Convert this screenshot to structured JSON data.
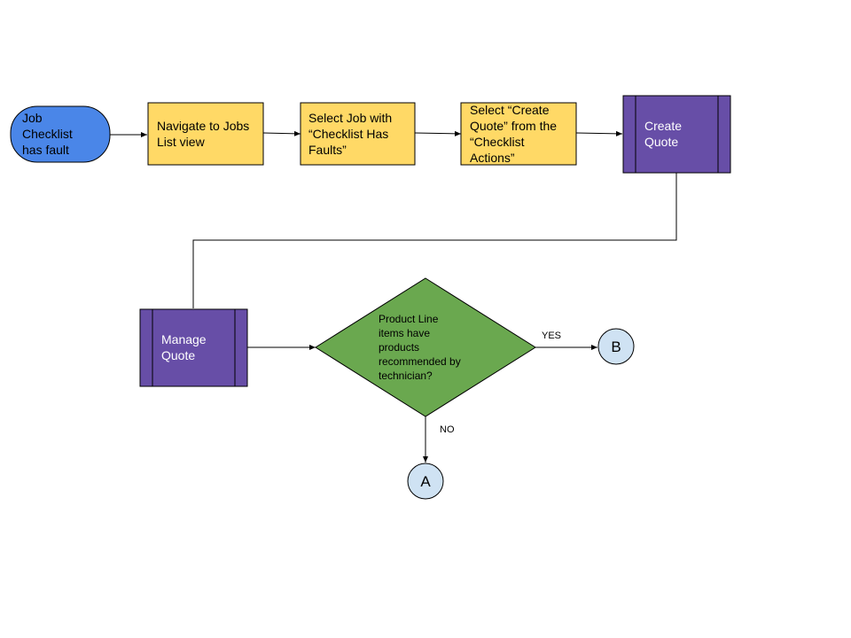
{
  "diagram": {
    "colors": {
      "terminal": "#4a86e8",
      "process": "#ffd966",
      "subprocess": "#674ea7",
      "decision": "#6aa84f",
      "connector": "#cfe2f3",
      "line": "#000000"
    },
    "nodes": {
      "start": {
        "lines": [
          "Job",
          "Checklist",
          "has fault"
        ]
      },
      "navigate": {
        "lines": [
          "Navigate to Jobs",
          "List view"
        ]
      },
      "select_job": {
        "lines": [
          "Select Job with",
          "“Checklist Has",
          "Faults”"
        ]
      },
      "select_create": {
        "lines": [
          "Select “Create",
          "Quote” from the",
          "“Checklist",
          "Actions”"
        ]
      },
      "create_quote": {
        "lines": [
          "Create",
          "Quote"
        ]
      },
      "manage_quote": {
        "lines": [
          "Manage",
          "Quote"
        ]
      },
      "decision": {
        "lines": [
          "Product Line",
          "items have",
          "products",
          "recommended by",
          "technician?"
        ]
      },
      "connector_a": {
        "label": "A"
      },
      "connector_b": {
        "label": "B"
      }
    },
    "edge_labels": {
      "yes": "YES",
      "no": "NO"
    }
  }
}
